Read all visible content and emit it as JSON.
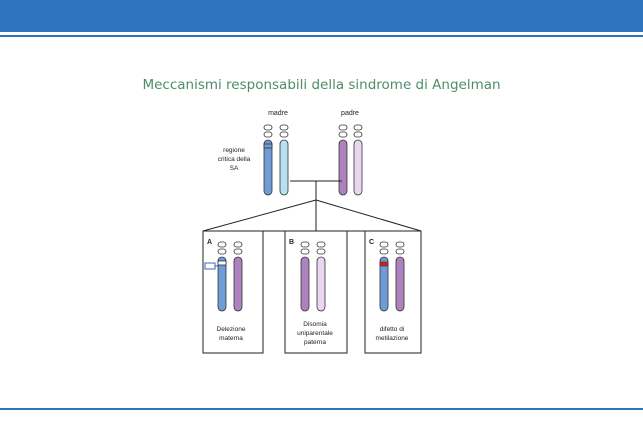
{
  "slide": {
    "title": "Meccanismi responsabili della sindrome di Angelman"
  },
  "colors": {
    "bar": "#2f74bc",
    "title": "#4e8c6b",
    "maternal_dark": "#6f9cd6",
    "maternal_light": "#b9e0ef",
    "paternal_dark": "#ad82bf",
    "paternal_light": "#ead7ef",
    "deletion_mark": "#d21f1f"
  },
  "diagram": {
    "parents": {
      "mother_label": "madre",
      "father_label": "padre",
      "region_label": [
        "regione",
        "critica della",
        "SA"
      ]
    },
    "panels": [
      {
        "letter": "A",
        "caption": [
          "Delezione",
          "materna"
        ]
      },
      {
        "letter": "B",
        "caption": [
          "Disomia",
          "uniparentale",
          "paterna"
        ]
      },
      {
        "letter": "C",
        "caption": [
          "difetto di",
          "metilazione"
        ]
      }
    ]
  }
}
